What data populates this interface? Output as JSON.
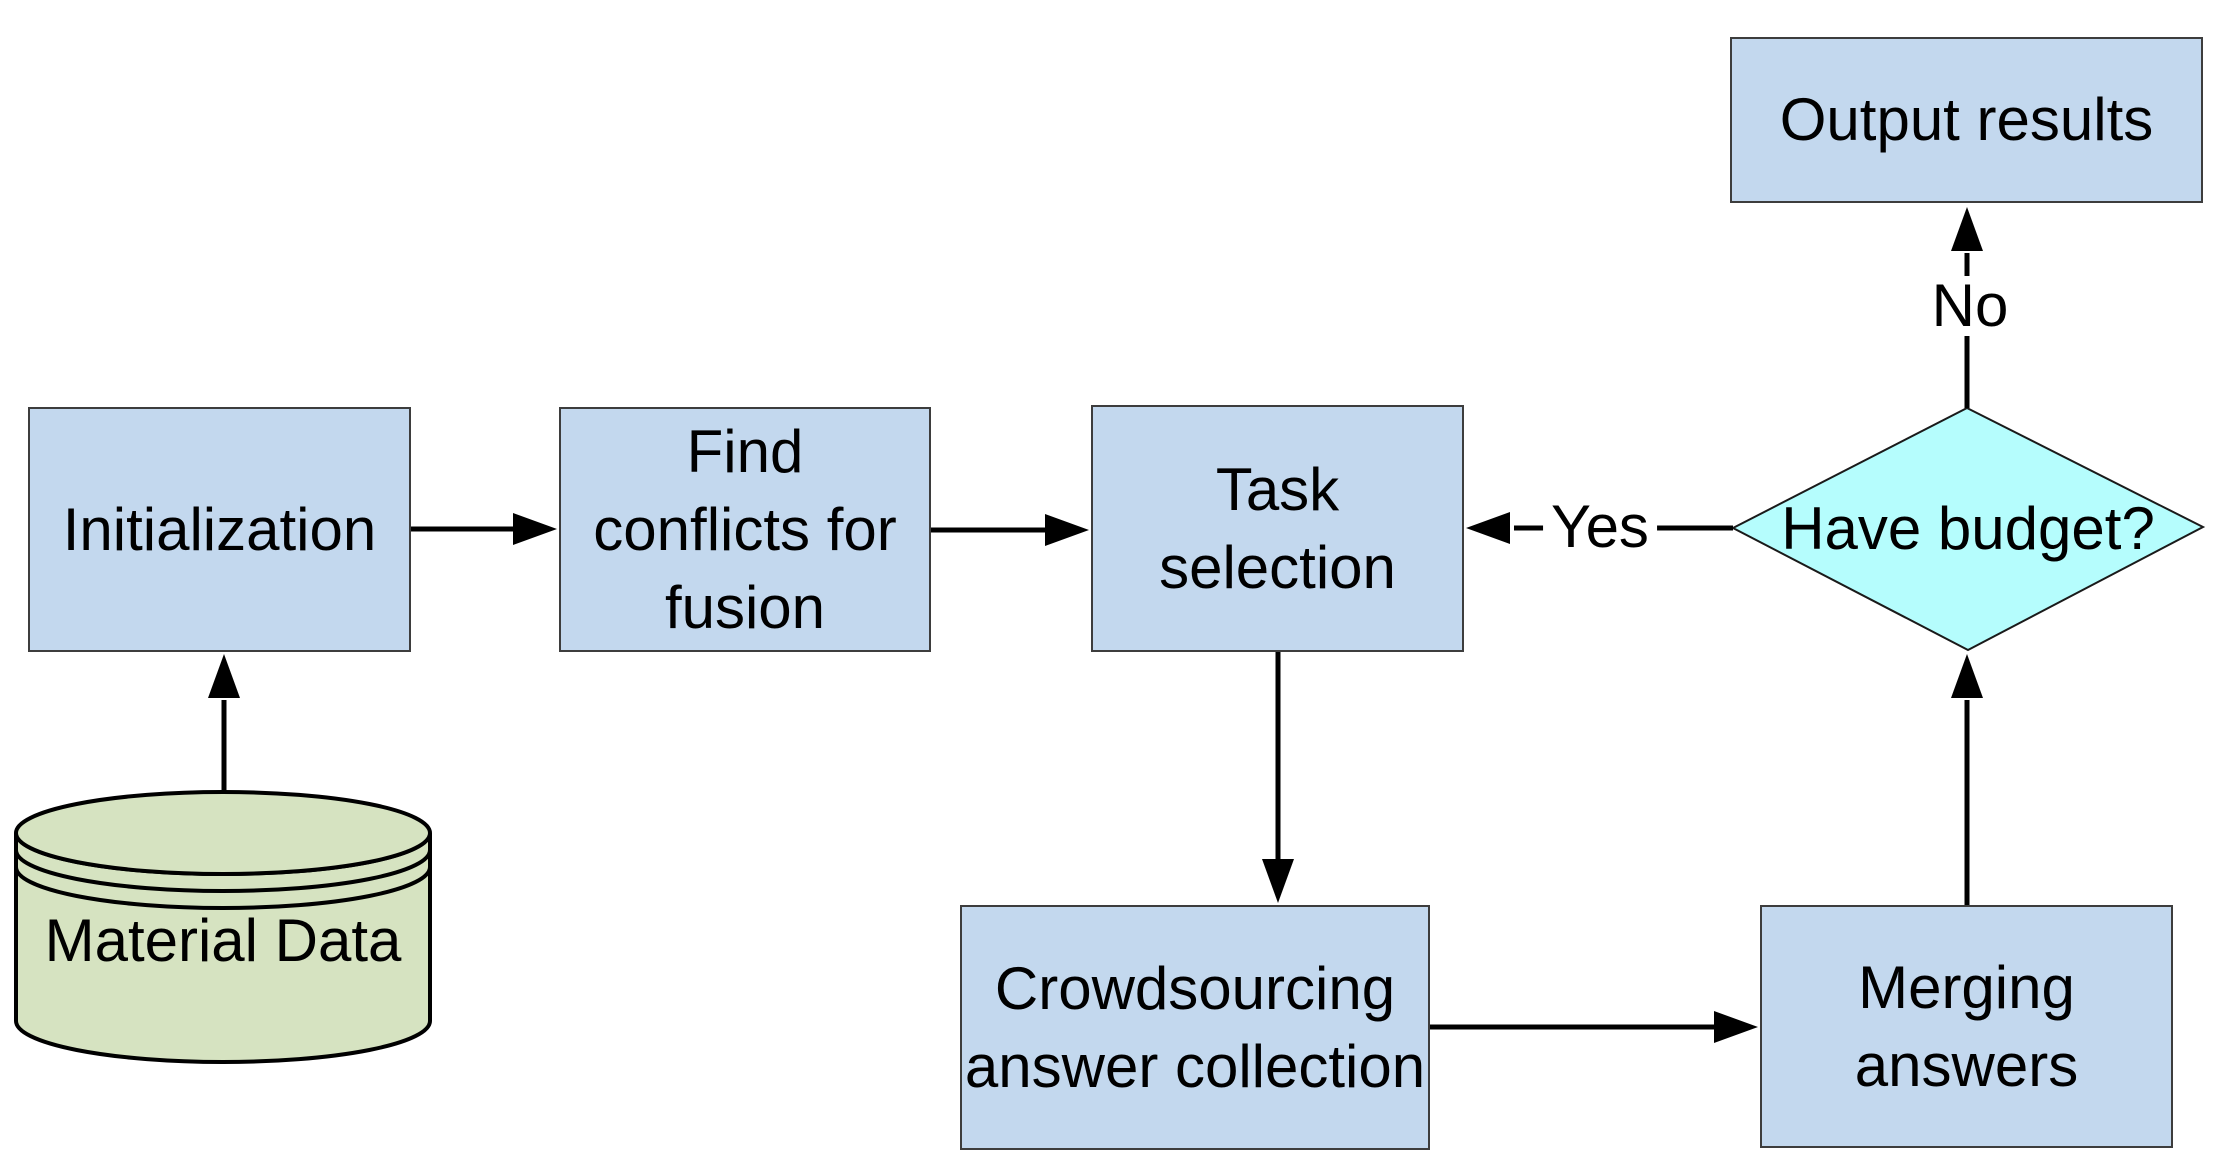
{
  "diagram": {
    "type": "flowchart",
    "nodes": {
      "material_data": {
        "label": "Material Data",
        "shape": "cylinder",
        "fill": "#d6e3c1"
      },
      "initialization": {
        "label": "Initialization",
        "shape": "process",
        "fill": "#c3d8ee"
      },
      "find_conflicts": {
        "label": "Find\nconflicts for\nfusion",
        "shape": "process",
        "fill": "#c3d8ee"
      },
      "task_selection": {
        "label": "Task\nselection",
        "shape": "process",
        "fill": "#c3d8ee"
      },
      "crowdsourcing": {
        "label": "Crowdsourcing\nanswer collection",
        "shape": "process",
        "fill": "#c3d8ee"
      },
      "merging": {
        "label": "Merging\nanswers",
        "shape": "process",
        "fill": "#c3d8ee"
      },
      "have_budget": {
        "label": "Have budget?",
        "shape": "decision",
        "fill": "#b5fdfd"
      },
      "output_results": {
        "label": "Output results",
        "shape": "process",
        "fill": "#c3d8ee"
      }
    },
    "edges": [
      {
        "from": "material_data",
        "to": "initialization",
        "label": ""
      },
      {
        "from": "initialization",
        "to": "find_conflicts",
        "label": ""
      },
      {
        "from": "find_conflicts",
        "to": "task_selection",
        "label": ""
      },
      {
        "from": "task_selection",
        "to": "crowdsourcing",
        "label": ""
      },
      {
        "from": "crowdsourcing",
        "to": "merging",
        "label": ""
      },
      {
        "from": "merging",
        "to": "have_budget",
        "label": ""
      },
      {
        "from": "have_budget",
        "to": "task_selection",
        "label": "Yes"
      },
      {
        "from": "have_budget",
        "to": "output_results",
        "label": "No"
      }
    ],
    "colors": {
      "process_fill": "#c3d8ee",
      "decision_fill": "#b5fdfd",
      "data_fill": "#d6e3c1",
      "box_border": "#3d3d3d",
      "line": "#000000",
      "background": "#ffffff"
    }
  }
}
